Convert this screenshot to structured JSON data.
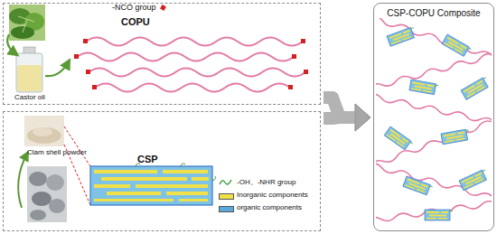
{
  "diagram": {
    "nodes": [
      {
        "text": [
          "COPU"
        ]
      },
      {
        "text": [
          "CSP"
        ]
      },
      {
        "text": [
          "CSP-COPU Composite"
        ]
      }
    ],
    "edges": [
      {
        "from": 0,
        "to": 2,
        "arrow": "to"
      },
      {
        "from": 1,
        "to": 2,
        "arrow": "to"
      }
    ],
    "labels": [
      "-NCO group",
      "Castor oil",
      "Clam shell powder"
    ],
    "legend": [
      {
        "text": "-OH、-NHR group"
      },
      {
        "text": "Inorganic components",
        "color": "#f0e04a"
      },
      {
        "text": "organic components",
        "color": "#5aa9dc"
      }
    ]
  }
}
